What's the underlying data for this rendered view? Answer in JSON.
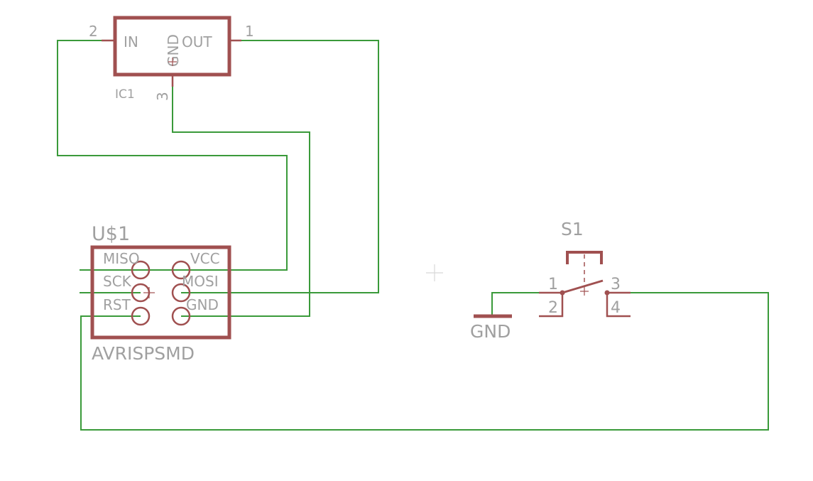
{
  "colors": {
    "wire": "#3a9a3a",
    "symbol": "#a05050",
    "text": "#a0a0a0",
    "background": "#ffffff"
  },
  "ic1": {
    "name": "IC1",
    "pin_in": "IN",
    "pin_out": "OUT",
    "pin_gnd": "GND",
    "pin_num_in": "2",
    "pin_num_out": "1",
    "pin_num_gnd": "3"
  },
  "u1": {
    "name": "U$1",
    "value": "AVRISPSMD",
    "pins": {
      "miso": "MISO",
      "sck": "SCK",
      "rst": "RST",
      "vcc": "VCC",
      "mosi": "MOSI",
      "gnd": "GND"
    }
  },
  "s1": {
    "name": "S1",
    "pin_1": "1",
    "pin_2": "2",
    "pin_3": "3",
    "pin_4": "4"
  },
  "gnd_symbol": {
    "label": "GND"
  }
}
